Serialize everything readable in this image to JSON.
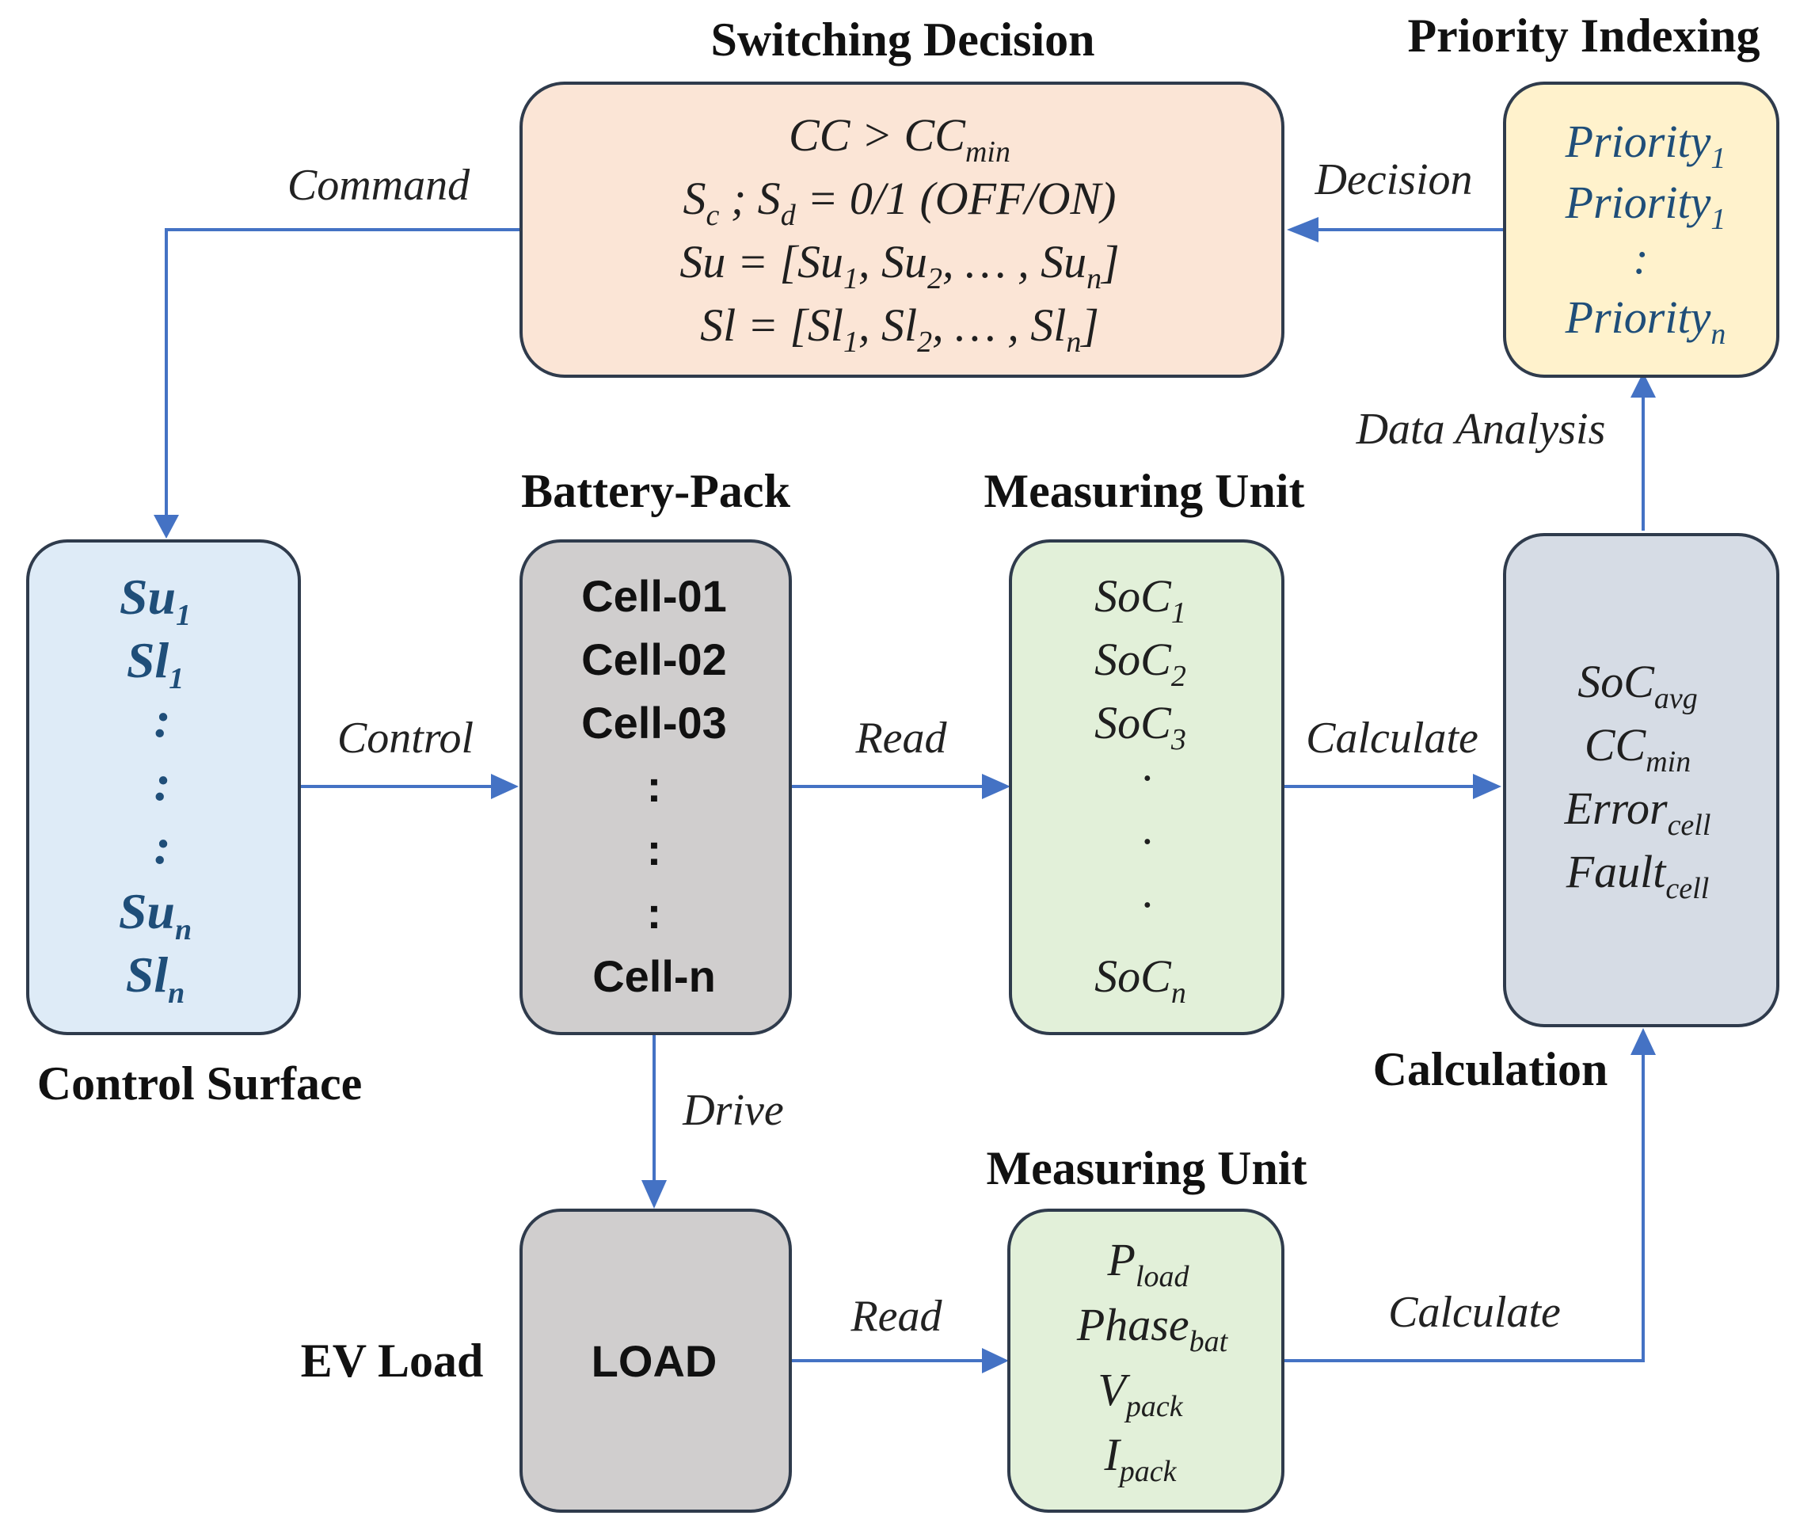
{
  "titles": {
    "switching_decision": "Switching Decision",
    "priority_indexing": "Priority Indexing",
    "battery_pack": "Battery-Pack",
    "measuring_unit_top": "Measuring Unit",
    "control_surface": "Control Surface",
    "calculation": "Calculation",
    "measuring_unit_bottom": "Measuring Unit",
    "ev_load": "EV Load"
  },
  "edge_labels": {
    "command": "Command",
    "decision": "Decision",
    "data_analysis": "Data Analysis",
    "control": "Control",
    "read_top": "Read",
    "calculate_top": "Calculate",
    "drive": "Drive",
    "read_bottom": "Read",
    "calculate_bottom": "Calculate"
  },
  "switching_decision": {
    "line1_a": "CC > CC",
    "line1_sub": "min",
    "line2_a": "S",
    "line2_sub1": "c",
    "line2_b": " ; S",
    "line2_sub2": "d",
    "line2_c": " = 0/1 (OFF/ON)",
    "line3_a": "Su  = [Su",
    "line3_s1": "1",
    "line3_b": ", Su",
    "line3_s2": "2",
    "line3_c": ", … , Su",
    "line3_s3": "n",
    "line3_d": "]",
    "line4_a": "Sl = [Sl",
    "line4_s1": "1",
    "line4_b": ", Sl",
    "line4_s2": "2",
    "line4_c": ", … , Sl",
    "line4_s3": "n",
    "line4_d": "]"
  },
  "priority_indexing": {
    "items": [
      {
        "base": "Priority",
        "sub": "1"
      },
      {
        "base": "Priority",
        "sub": "1"
      },
      {
        "base": ":",
        "sub": ""
      },
      {
        "base": "Priority",
        "sub": "n"
      }
    ]
  },
  "control_surface": {
    "items": [
      {
        "base": "Su",
        "sub": "1"
      },
      {
        "base": "Sl",
        "sub": "1"
      },
      {
        "base": ":",
        "sub": ""
      },
      {
        "base": ":",
        "sub": ""
      },
      {
        "base": ":",
        "sub": ""
      },
      {
        "base": "Su",
        "sub": "n"
      },
      {
        "base": "Sl",
        "sub": "n"
      }
    ]
  },
  "battery_pack": {
    "items": [
      "Cell-01",
      "Cell-02",
      "Cell-03",
      ":",
      ":",
      ":",
      "Cell-n"
    ]
  },
  "measuring_unit_top": {
    "items": [
      {
        "base": "SoC",
        "sub": "1"
      },
      {
        "base": "SoC",
        "sub": "2"
      },
      {
        "base": "SoC",
        "sub": "3"
      },
      {
        "base": "·",
        "sub": ""
      },
      {
        "base": "·",
        "sub": ""
      },
      {
        "base": "·",
        "sub": ""
      },
      {
        "base": "SoC",
        "sub": "n"
      }
    ]
  },
  "calculation": {
    "items": [
      {
        "base": "SoC",
        "sub": "avg"
      },
      {
        "base": "CC",
        "sub": "min"
      },
      {
        "base": "Error",
        "sub": "cell"
      },
      {
        "base": "Fault",
        "sub": "cell"
      }
    ]
  },
  "ev_load": {
    "label": "LOAD"
  },
  "measuring_unit_bottom": {
    "items": [
      {
        "base": "P",
        "sub": "load"
      },
      {
        "base": "Phase",
        "sub": "bat"
      },
      {
        "base": "V",
        "sub": "pack"
      },
      {
        "base": "I",
        "sub": "pack"
      }
    ]
  },
  "colors": {
    "switching_fill": "#fbe5d6",
    "priority_fill": "#fff2cc",
    "control_fill": "#deebf7",
    "battery_fill": "#d0cece",
    "measuring_fill": "#e2f0d9",
    "calculation_fill": "#d6dce5",
    "load_fill": "#d0cece",
    "border": "#2f3b4c",
    "edge": "#4472c4",
    "math_blue": "#1f4e79"
  }
}
